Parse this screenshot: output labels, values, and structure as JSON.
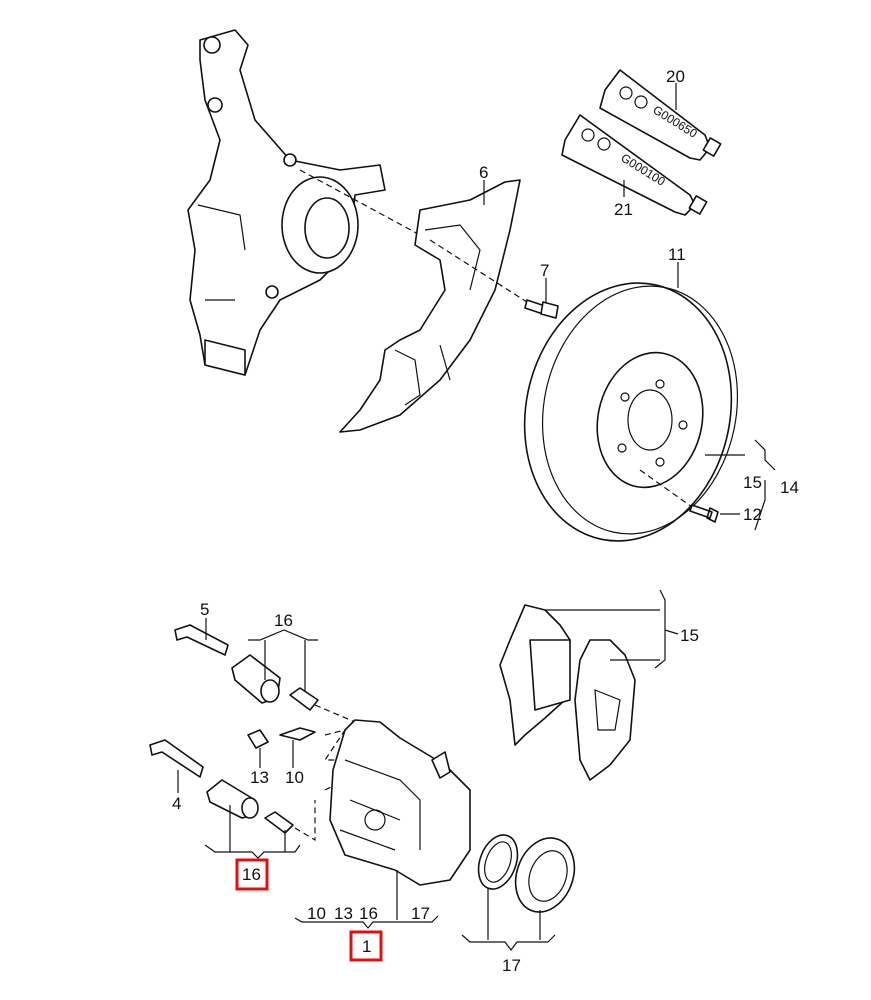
{
  "diagram": {
    "title": "Front brake assembly exploded parts diagram",
    "highlight_color": "#e01010",
    "tube_codes": {
      "upper": "G000650",
      "lower": "G000100"
    },
    "labels": {
      "p20": "20",
      "p21": "21",
      "p6": "6",
      "p7": "7",
      "p11": "11",
      "p15_disc": "15",
      "p14": "14",
      "p12": "12",
      "p5": "5",
      "p16_top": "16",
      "p15_pads": "15",
      "p13": "13",
      "p10": "10",
      "p4": "4",
      "p16_boxed": "16",
      "kit_10": "10",
      "kit_13": "13",
      "kit_16": "16",
      "kit_17": "17",
      "p1_boxed": "1",
      "p17_seals": "17"
    }
  }
}
